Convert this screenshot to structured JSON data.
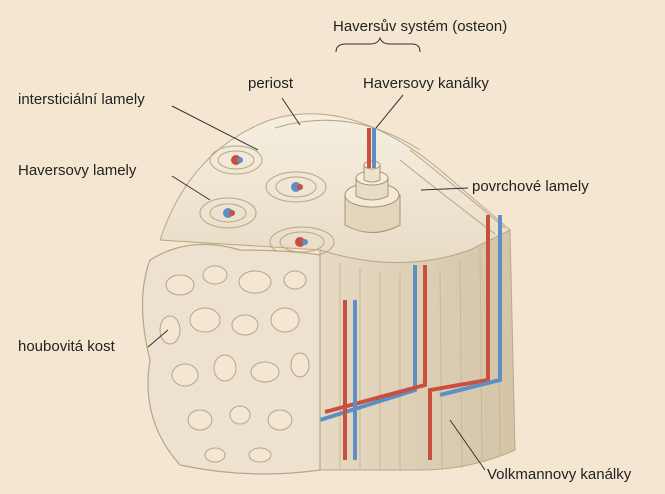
{
  "labels": {
    "haversian_system": "Haversův systém (osteon)",
    "periosteum": "periost",
    "haversian_canals": "Haversovy kanálky",
    "interstitial_lamellae": "intersticiální lamely",
    "haversian_lamellae": "Haversovy lamely",
    "circumferential_lamellae": "povrchové lamely",
    "spongy_bone": "houbovitá kost",
    "volkmann_canals": "Volkmannovy kanálky"
  },
  "colors": {
    "background": "#f4e6d1",
    "bone": "#efe6d4",
    "bone_shadow": "#d8c8ae",
    "artery": "#c9503f",
    "vein": "#5d8fc4",
    "line": "#333333"
  }
}
